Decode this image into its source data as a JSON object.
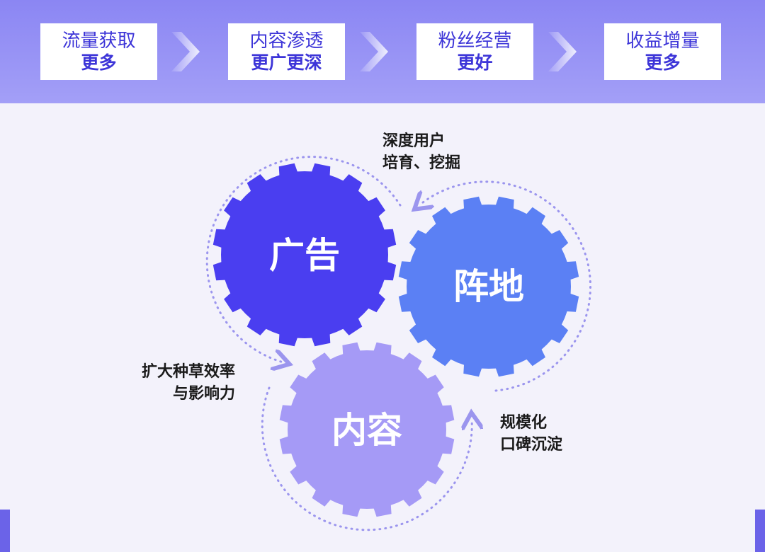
{
  "steps": [
    {
      "title": "流量获取",
      "sub": "更多"
    },
    {
      "title": "内容渗透",
      "sub": "更广更深"
    },
    {
      "title": "粉丝经营",
      "sub": "更好"
    },
    {
      "title": "收益增量",
      "sub": "更多"
    }
  ],
  "gears": {
    "ad": {
      "label": "广告",
      "color": "#4a3ef0"
    },
    "position": {
      "label": "阵地",
      "color": "#5b80f4"
    },
    "content": {
      "label": "内容",
      "color": "#a59af6"
    }
  },
  "notes": {
    "top_right": [
      "深度用户",
      "培育、挖掘"
    ],
    "left": [
      "扩大种草效率",
      "与影响力"
    ],
    "bottom_right": [
      "规模化",
      "口碑沉淀"
    ]
  },
  "colors": {
    "band": "#8b86f3",
    "accent_text": "#3d35d8",
    "dotted": "#9b95ee"
  }
}
